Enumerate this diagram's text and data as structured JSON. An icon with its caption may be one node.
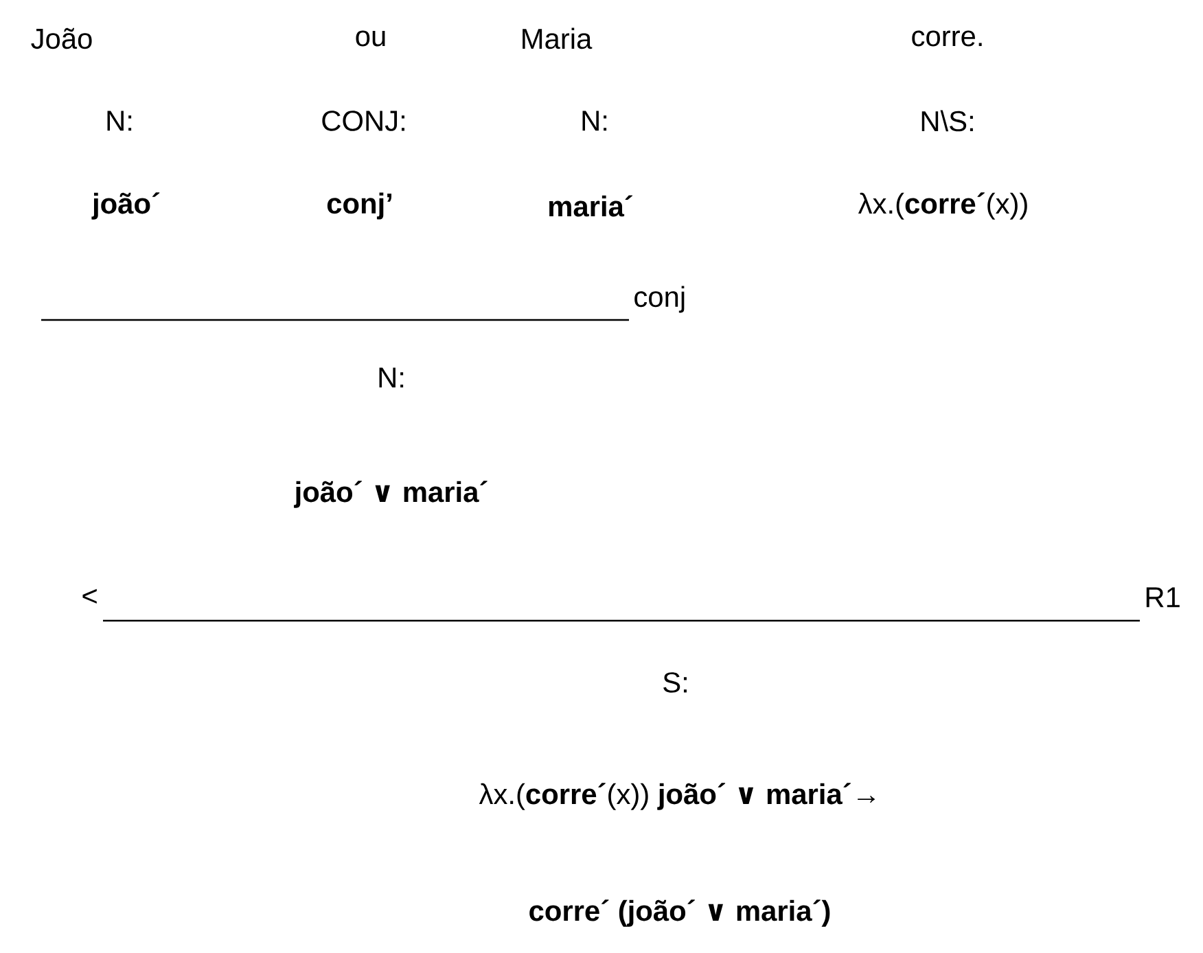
{
  "diagram": {
    "labels": [
      "João",
      "ou",
      "Maria",
      "corre.",
      "N:",
      "CONJ:",
      "N:",
      "N\\S:",
      "joão´",
      "conj’",
      "maria´",
      "λx.(**corre´**(x))",
      "conj",
      "N:",
      "joão´ ∨ maria´",
      "<",
      "R1",
      "S:",
      "λx.(**corre´**(x)) **joão´ ∨ maria´**→",
      "corre´ (joão´ ∨ maria´)"
    ]
  }
}
